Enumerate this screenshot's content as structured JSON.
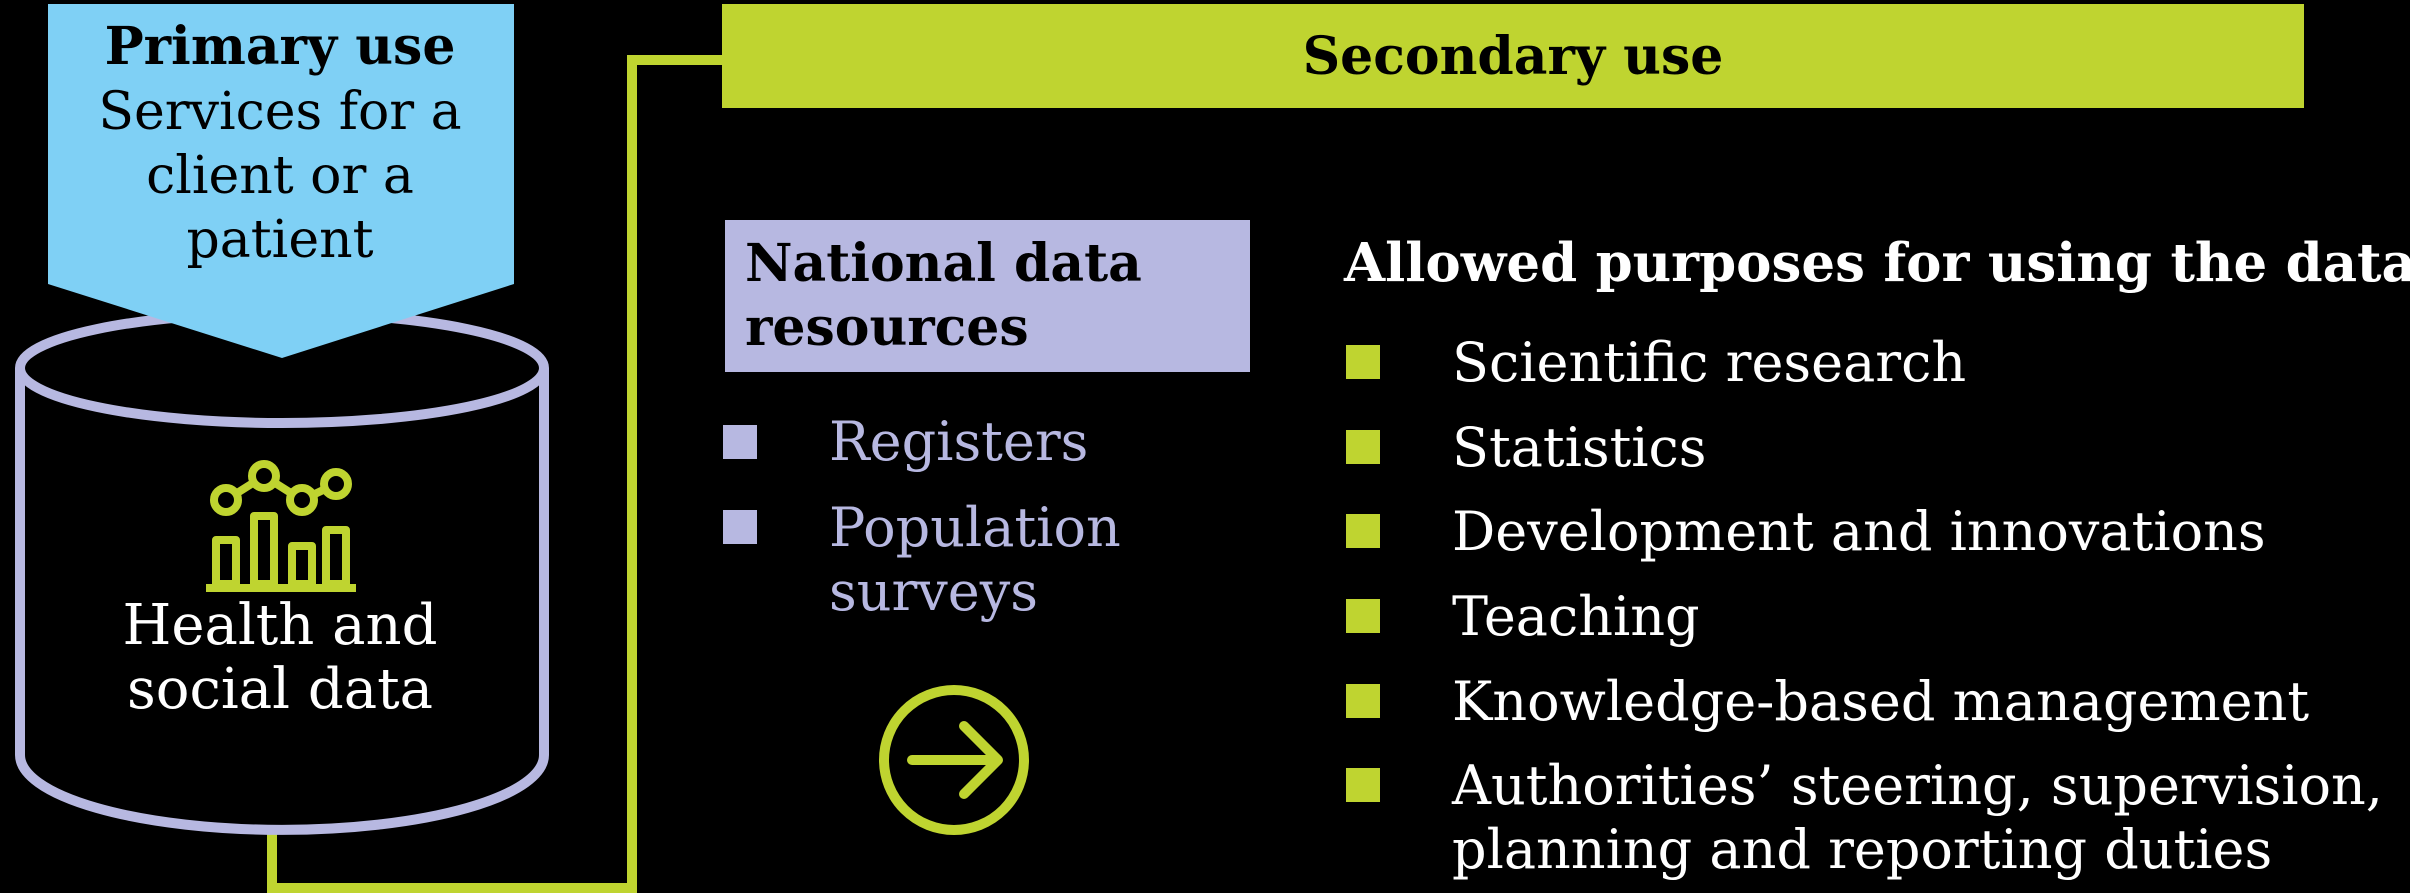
{
  "primary": {
    "title": "Primary use",
    "subtitle": "Services for a client or a patient"
  },
  "database": {
    "label": "Health and social data",
    "icon": "chart-icon"
  },
  "secondary": {
    "title": "Secondary use"
  },
  "national": {
    "title": "National data resources",
    "items": [
      "Registers",
      "Population surveys"
    ]
  },
  "purposes": {
    "title": "Allowed purposes for using the data:",
    "items": [
      "Scientific research",
      "Statistics",
      "Development and innovations",
      "Teaching",
      "Knowledge-based management",
      "Authorities’ steering, supervision, planning and reporting duties"
    ]
  },
  "arrow_icon": "arrow-right-circle-icon",
  "colors": {
    "background": "#000000",
    "primary_blue": "#7fd0f5",
    "lime": "#bfd430",
    "lavender": "#b7b8e1",
    "text_light": "#ffffff"
  }
}
